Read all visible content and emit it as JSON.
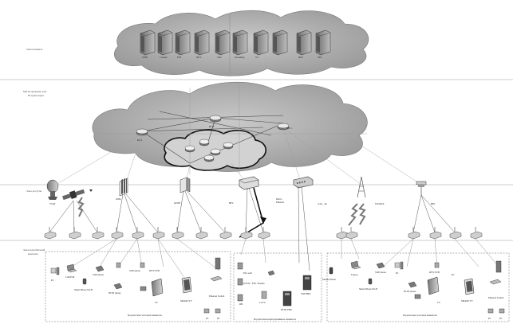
{
  "zones": {
    "content": "Зона контента",
    "backbone_line1": "Магистральная зона",
    "backbone_line2": "IP транспорта",
    "access": "Зона доступа",
    "consumer_line1": "Зона потребителей",
    "consumer_line2": "контента"
  },
  "servers": [
    "WEB",
    "Content",
    "FTP",
    "IPTV",
    "VoD",
    "Streaming",
    "VS",
    "",
    "DNS",
    "STP"
  ],
  "backbone_nodes": [
    "RT A",
    "RT B",
    "RT C"
  ],
  "access_nodes": {
    "vsat": "VSAT",
    "xdsl": "xDSL",
    "gpon": "GPON",
    "hfc": "HFC",
    "metro_line1": "Metro",
    "metro_line2": "Ethernet",
    "cellular": "2,3G - 4G",
    "wimax": "Wi-MAX",
    "bpl": "BPL"
  },
  "devices": {
    "pc": "PC",
    "laptop": "LAPTOP",
    "laptop_right": "Laptop",
    "voip_phone": "VoIP phone",
    "iptv_stb": "IPTV-STB",
    "pstn_phone": "PSTN phone",
    "tv": "TV",
    "smart_tv": "SMART TV",
    "smart_phone": "Smart Phone Wi-Fi",
    "ethernet_switch": "Ethernet Switch",
    "firewall": "Fire wall",
    "www_ftp": "WWW / FTP / Radius",
    "db": "DB",
    "cctv": "CCTV",
    "pstn_pbx": "PSTN PBX",
    "voip_pbx": "VoIP PBX",
    "mobile_phone": "Mobile Phone"
  },
  "groups": {
    "left": "Подсистема частных клиентов",
    "middle": "Подсистема корпоративных клиентов",
    "right": "Подсистема частных клиентов"
  },
  "colors": {
    "cloud": "#a9a9a9",
    "cloud_inner": "#c4c4c4",
    "device": "#8e8e8e",
    "dark": "#2a2a2a"
  }
}
